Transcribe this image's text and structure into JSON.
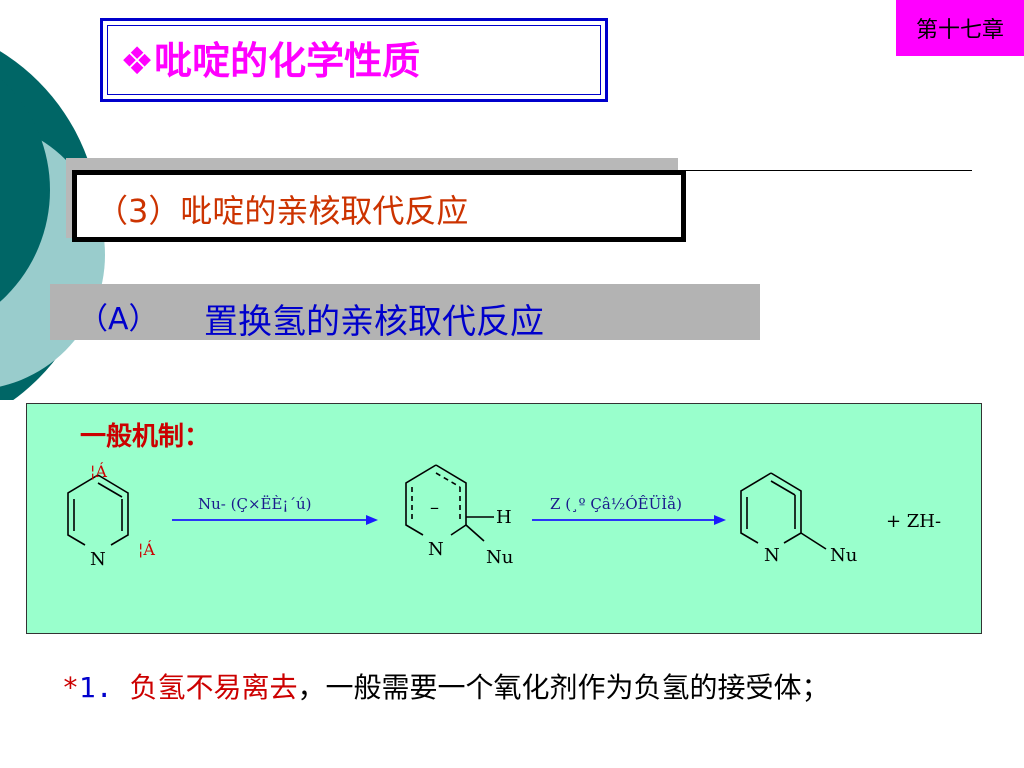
{
  "chapter_tag": "第十七章",
  "title": "❖吡啶的化学性质",
  "subtitle": "（3）吡啶的亲核取代反应",
  "section": {
    "label": "（A）",
    "text": "置换氢的亲核取代反应"
  },
  "mechanism": {
    "heading": "一般机制：",
    "arrow1": "Nu- (Ç×ËÈ¡´ú)",
    "arrow2": "Z (¸º Çâ½ÓÊÜÌå)",
    "garbled_top": "¦Á",
    "garbled_side": "¦Á",
    "intermediate_charge": "–",
    "atom_N": "N",
    "atom_H": "H",
    "atom_Nu": "Nu",
    "byproduct": "+  ZH-"
  },
  "note": {
    "star": "*",
    "number": "1.",
    "red_text": "负氢不易离去",
    "black_text": "，一般需要一个氧化剂作为负氢的接受体；"
  },
  "colors": {
    "magenta": "#ff00ff",
    "blue": "#0000cc",
    "mint": "#99ffcc",
    "red": "#cc0000",
    "teal": "#006666"
  }
}
